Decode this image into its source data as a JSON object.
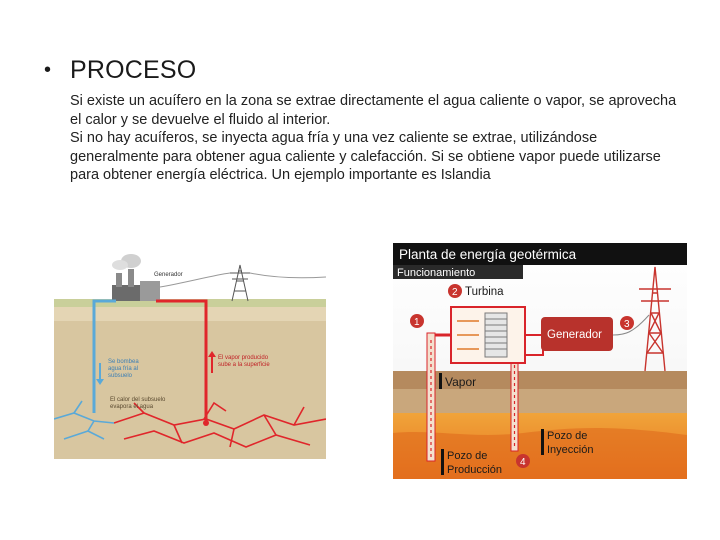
{
  "slide": {
    "bullet": "•",
    "heading": "PROCESO",
    "paragraphs": [
      "Si existe un acuífero en la zona se extrae directamente el agua caliente o vapor, se aprovecha el calor y se devuelve el fluido al interior.",
      "Si no hay acuíferos, se inyecta agua fría y una vez caliente se extrae, utilizándose generalmente para obtener agua caliente y calefacción. Si se obtiene vapor puede utilizarse para obtener energía eléctrica. Un ejemplo importante es Islandia"
    ]
  },
  "left_figure": {
    "generator_label": "Generador",
    "cold_label": [
      "Se bombea",
      "agua fría al",
      "subsuelo"
    ],
    "steam_label": [
      "El vapor producido",
      "sube a la superficie"
    ],
    "heat_label": [
      "El calor del subsuelo",
      "evapora el agua"
    ],
    "colors": {
      "cold": "#5aa9d8",
      "hot": "#e0262b",
      "soil": "#d8c6a0",
      "grass": "#c9cf9a"
    }
  },
  "right_figure": {
    "title": "Planta de energía geotérmica",
    "subtitle": "Funcionamiento",
    "turbine_label": "Turbina",
    "generator_label": "Generador",
    "steam_label": "Vapor",
    "production_well_label": [
      "Pozo de",
      "Producción"
    ],
    "injection_well_label": [
      "Pozo de",
      "Inyección"
    ],
    "markers": [
      "1",
      "2",
      "3",
      "4"
    ],
    "colors": {
      "title_bg": "#111111",
      "marker": "#c8342e",
      "generator": "#b8322c",
      "hot": "#d9242a"
    }
  }
}
